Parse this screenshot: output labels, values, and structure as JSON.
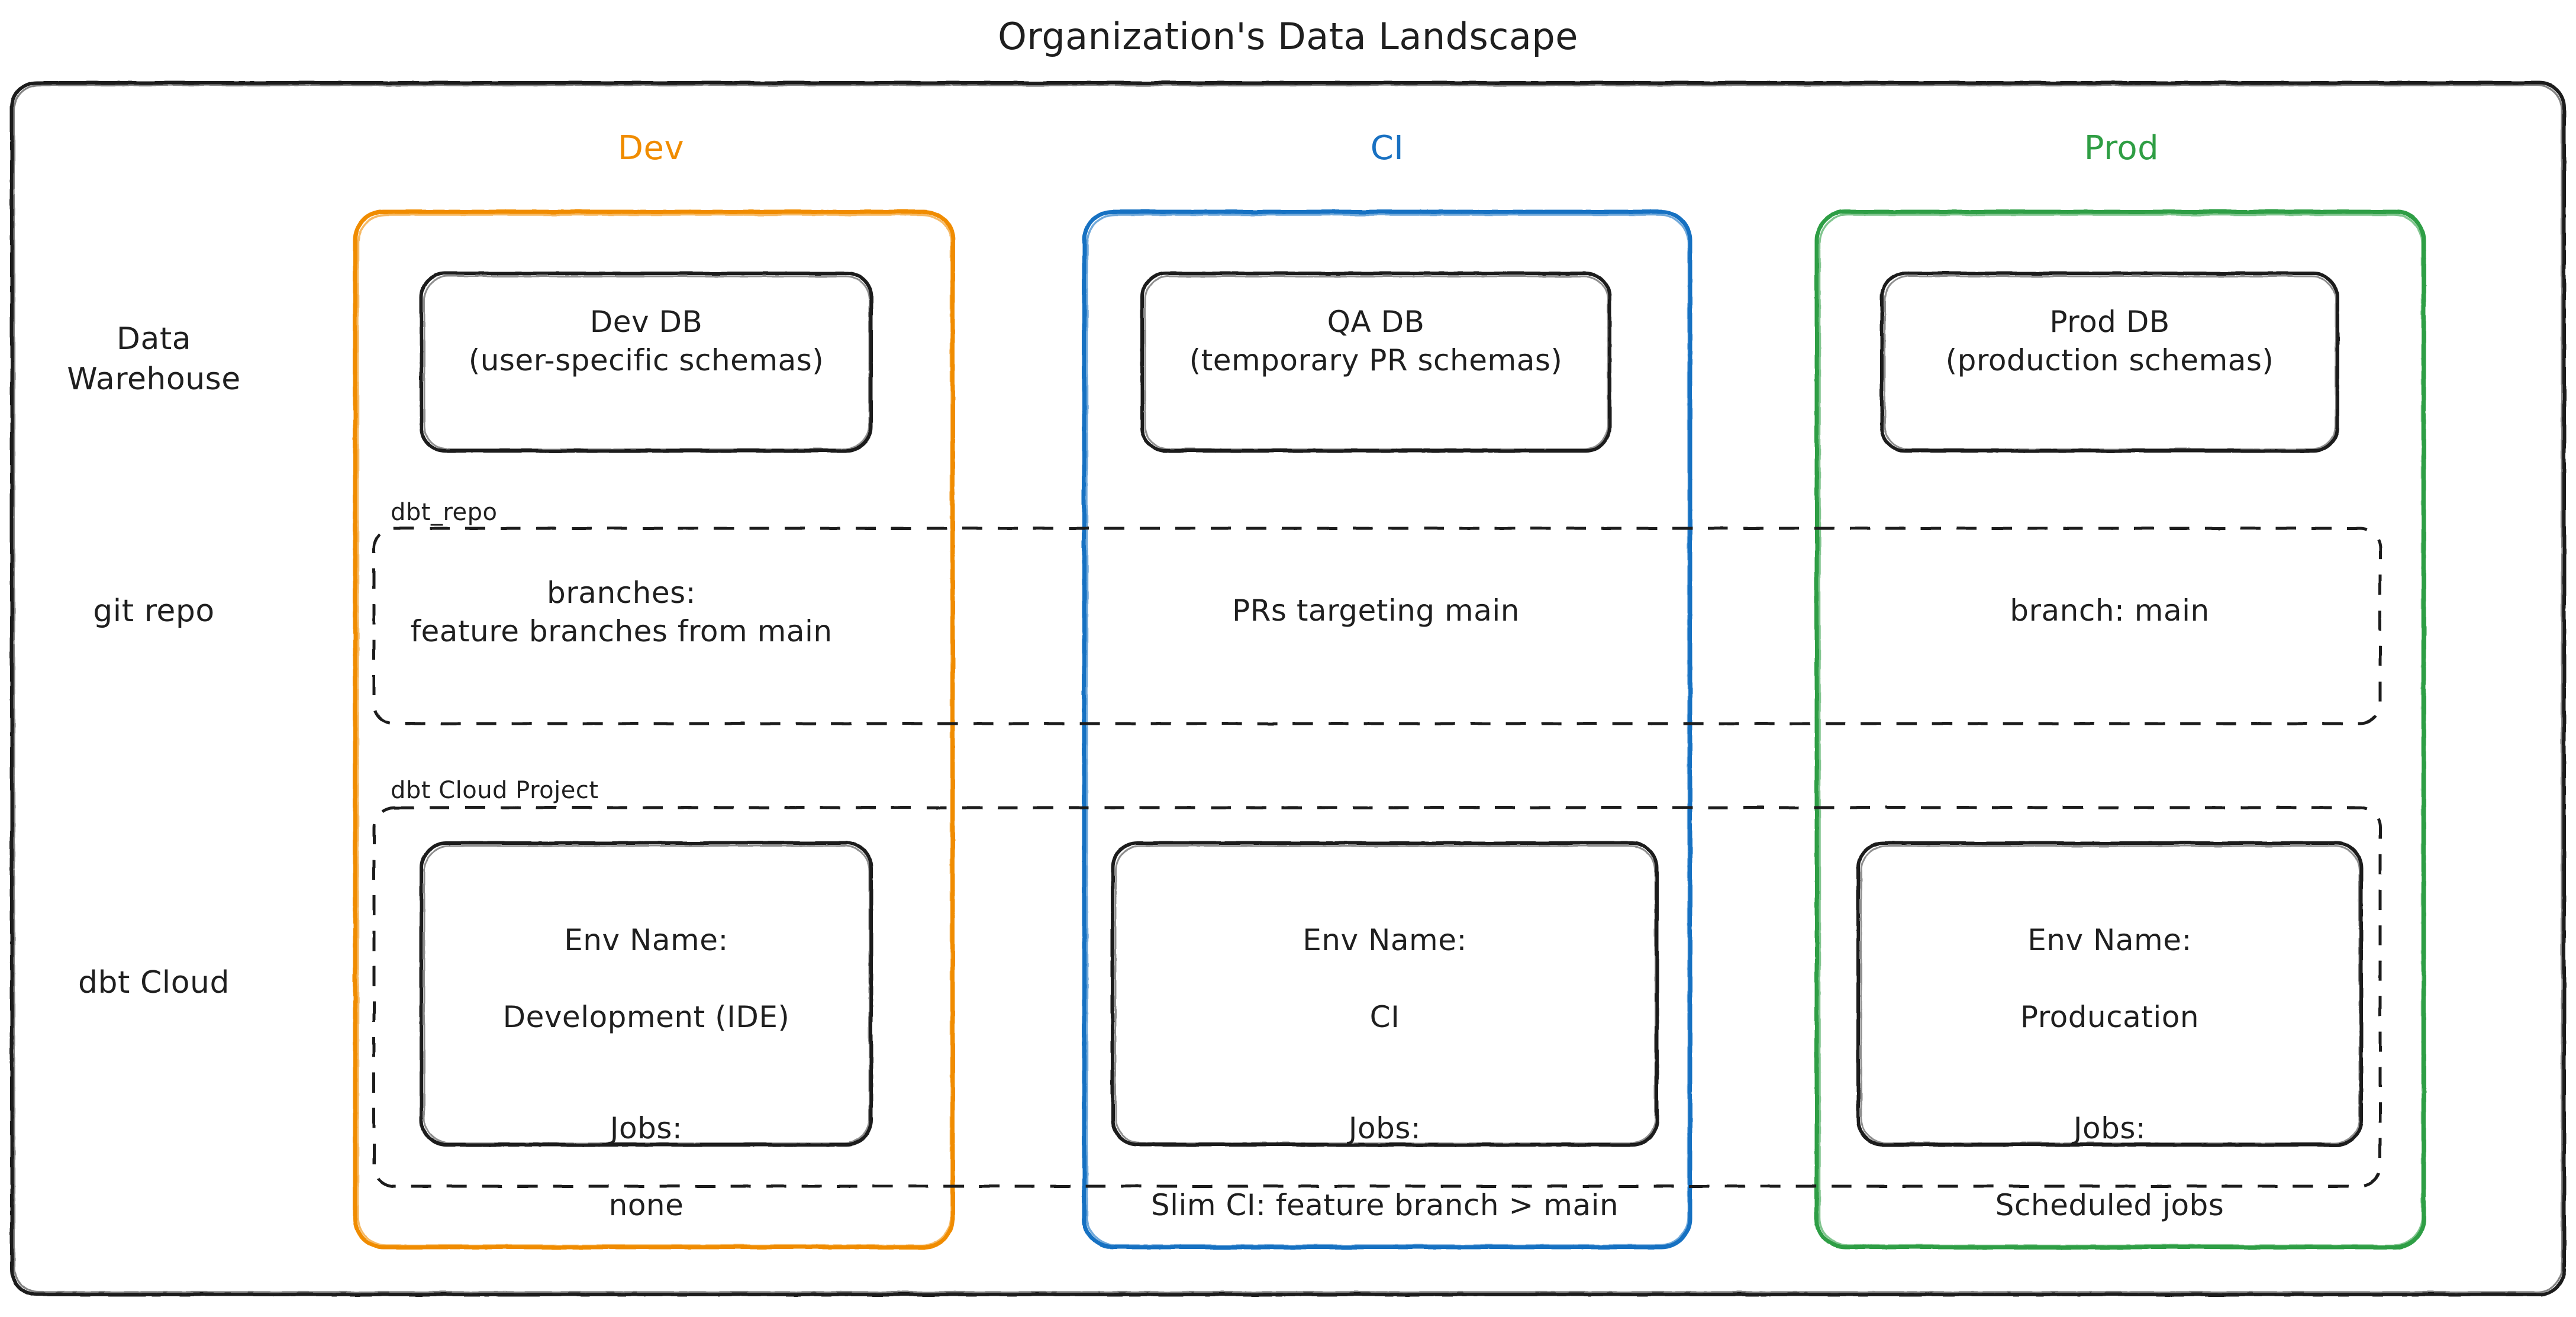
{
  "title": "Organization's Data Landscape",
  "colors": {
    "dev": "#F08C00",
    "ci": "#1971C2",
    "prod": "#2F9E44",
    "ink": "#1f1f1f",
    "background": "#ffffff"
  },
  "columns": [
    {
      "key": "dev",
      "label": "Dev",
      "color": "#F08C00"
    },
    {
      "key": "ci",
      "label": "CI",
      "color": "#1971C2"
    },
    {
      "key": "prod",
      "label": "Prod",
      "color": "#2F9E44"
    }
  ],
  "rows": [
    {
      "key": "warehouse",
      "label": "Data\nWarehouse"
    },
    {
      "key": "git",
      "label": "git repo"
    },
    {
      "key": "cloud",
      "label": "dbt Cloud"
    }
  ],
  "containers": {
    "git_repo_tag": "dbt_repo",
    "dbt_cloud_tag": "dbt Cloud Project"
  },
  "cells": {
    "warehouse": {
      "dev": "Dev DB\n(user-specific schemas)",
      "ci": "QA DB\n(temporary PR schemas)",
      "prod": "Prod DB\n(production schemas)"
    },
    "git": {
      "dev": "branches:\nfeature branches from main",
      "ci": "PRs targeting main",
      "prod": "branch: main"
    },
    "cloud": {
      "dev": {
        "env_label": "Env Name:",
        "env_value": "Development (IDE)",
        "jobs_label": "Jobs:",
        "jobs_value": "none"
      },
      "ci": {
        "env_label": "Env Name:",
        "env_value": "CI",
        "jobs_label": "Jobs:",
        "jobs_value": "Slim CI: feature branch > main"
      },
      "prod": {
        "env_label": "Env Name:",
        "env_value": "Producation",
        "jobs_label": "Jobs:",
        "jobs_value": "Scheduled jobs"
      }
    }
  }
}
